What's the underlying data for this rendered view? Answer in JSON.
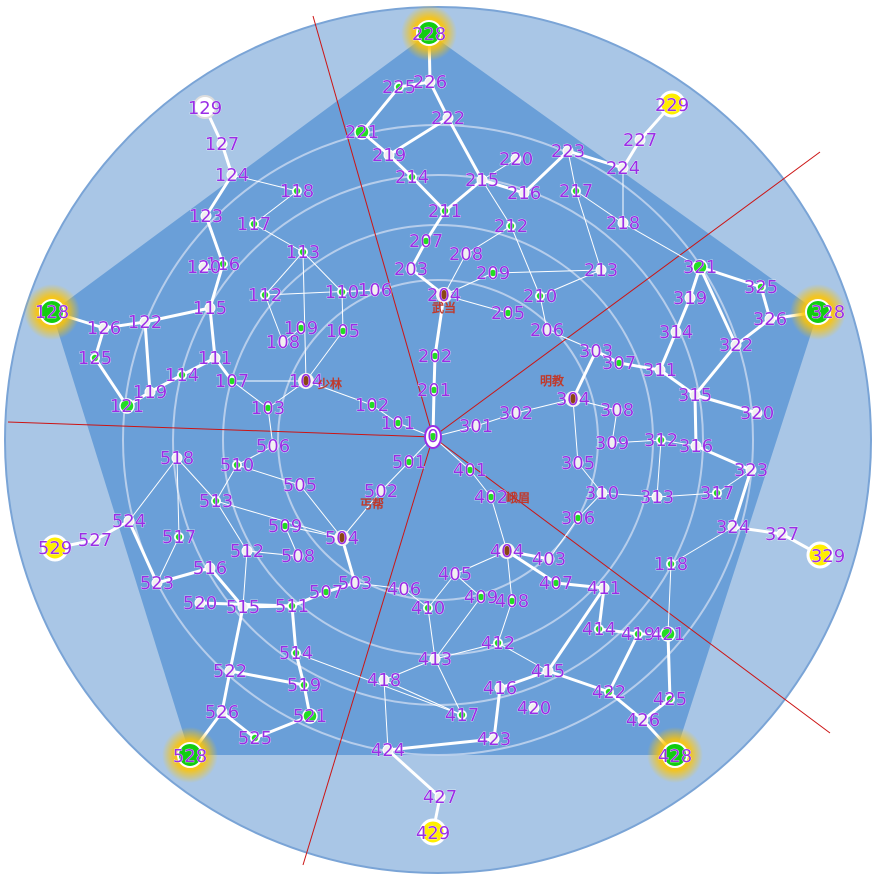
{
  "colors": {
    "outer_circle": "#a9c6e6",
    "pentagon": "#6a9fd8",
    "ring": "#c4d6ef",
    "edge": "#ffffff",
    "divider": "#cc1414",
    "node_small": "#22dd22",
    "node_white": "#f0f0f0",
    "node_corner_green": "#11cc11",
    "node_corner_yellow": "#ffee00",
    "glow": "#ffcc00",
    "label": "#9a2ee6",
    "sect_text": "#c0392b",
    "sect_marker": "#8b4513"
  },
  "sects": [
    {
      "id": "wudang",
      "text": "武当"
    },
    {
      "id": "shaolin",
      "text": "少林"
    },
    {
      "id": "mingjiao",
      "text": "明教"
    },
    {
      "id": "emei",
      "text": "峨眉"
    },
    {
      "id": "gaibang",
      "text": "丐帮"
    }
  ],
  "nodes": [
    {
      "id": "0",
      "label": "0",
      "kind": "hub"
    },
    {
      "id": "101",
      "label": "101",
      "kind": "green"
    },
    {
      "id": "102",
      "label": "102",
      "kind": "green"
    },
    {
      "id": "103",
      "label": "103",
      "kind": "green"
    },
    {
      "id": "104",
      "label": "104",
      "kind": "sect"
    },
    {
      "id": "105",
      "label": "105",
      "kind": "green"
    },
    {
      "id": "106",
      "label": "106",
      "kind": "white"
    },
    {
      "id": "107",
      "label": "107",
      "kind": "green"
    },
    {
      "id": "108",
      "label": "108",
      "kind": "white"
    },
    {
      "id": "109",
      "label": "109",
      "kind": "green"
    },
    {
      "id": "110",
      "label": "110",
      "kind": "green"
    },
    {
      "id": "111",
      "label": "111",
      "kind": "white"
    },
    {
      "id": "112",
      "label": "112",
      "kind": "green"
    },
    {
      "id": "113",
      "label": "113",
      "kind": "green"
    },
    {
      "id": "114",
      "label": "114",
      "kind": "green"
    },
    {
      "id": "115",
      "label": "115",
      "kind": "white"
    },
    {
      "id": "116",
      "label": "116",
      "kind": "green"
    },
    {
      "id": "117",
      "label": "117",
      "kind": "green"
    },
    {
      "id": "118",
      "label": "118",
      "kind": "green"
    },
    {
      "id": "119",
      "label": "119",
      "kind": "white"
    },
    {
      "id": "120",
      "label": "120",
      "kind": "white"
    },
    {
      "id": "121",
      "label": "121",
      "kind": "greenbig"
    },
    {
      "id": "122",
      "label": "122",
      "kind": "white"
    },
    {
      "id": "123",
      "label": "123",
      "kind": "white"
    },
    {
      "id": "124",
      "label": "124",
      "kind": "white"
    },
    {
      "id": "125",
      "label": "125",
      "kind": "green"
    },
    {
      "id": "126",
      "label": "126",
      "kind": "white"
    },
    {
      "id": "127",
      "label": "127",
      "kind": "white"
    },
    {
      "id": "128",
      "label": "128",
      "kind": "corner_green"
    },
    {
      "id": "129",
      "label": "129",
      "kind": "corner_white"
    },
    {
      "id": "201",
      "label": "201",
      "kind": "green"
    },
    {
      "id": "202",
      "label": "202",
      "kind": "green"
    },
    {
      "id": "203",
      "label": "203",
      "kind": "white"
    },
    {
      "id": "204",
      "label": "204",
      "kind": "sect"
    },
    {
      "id": "205",
      "label": "205",
      "kind": "green"
    },
    {
      "id": "206",
      "label": "206",
      "kind": "white"
    },
    {
      "id": "207",
      "label": "207",
      "kind": "green"
    },
    {
      "id": "208",
      "label": "208",
      "kind": "white"
    },
    {
      "id": "209",
      "label": "209",
      "kind": "green"
    },
    {
      "id": "210",
      "label": "210",
      "kind": "green"
    },
    {
      "id": "211",
      "label": "211",
      "kind": "green"
    },
    {
      "id": "212",
      "label": "212",
      "kind": "green"
    },
    {
      "id": "213",
      "label": "213",
      "kind": "white"
    },
    {
      "id": "214",
      "label": "214",
      "kind": "green"
    },
    {
      "id": "215",
      "label": "215",
      "kind": "white"
    },
    {
      "id": "216",
      "label": "216",
      "kind": "white"
    },
    {
      "id": "217",
      "label": "217",
      "kind": "green"
    },
    {
      "id": "218",
      "label": "218",
      "kind": "white"
    },
    {
      "id": "219",
      "label": "219",
      "kind": "white"
    },
    {
      "id": "220",
      "label": "220",
      "kind": "white"
    },
    {
      "id": "221",
      "label": "221",
      "kind": "greenbig"
    },
    {
      "id": "222",
      "label": "222",
      "kind": "white"
    },
    {
      "id": "223",
      "label": "223",
      "kind": "white"
    },
    {
      "id": "224",
      "label": "224",
      "kind": "white"
    },
    {
      "id": "225",
      "label": "225",
      "kind": "green"
    },
    {
      "id": "226",
      "label": "226",
      "kind": "white"
    },
    {
      "id": "227",
      "label": "227",
      "kind": "white"
    },
    {
      "id": "228",
      "label": "228",
      "kind": "corner_green"
    },
    {
      "id": "229",
      "label": "229",
      "kind": "corner_yellow"
    },
    {
      "id": "301",
      "label": "301",
      "kind": "white"
    },
    {
      "id": "302",
      "label": "302",
      "kind": "white"
    },
    {
      "id": "303",
      "label": "303",
      "kind": "white"
    },
    {
      "id": "304",
      "label": "304",
      "kind": "sect"
    },
    {
      "id": "305",
      "label": "305",
      "kind": "white"
    },
    {
      "id": "306",
      "label": "306",
      "kind": "green"
    },
    {
      "id": "307",
      "label": "307",
      "kind": "green"
    },
    {
      "id": "308",
      "label": "308",
      "kind": "white"
    },
    {
      "id": "309",
      "label": "309",
      "kind": "white"
    },
    {
      "id": "310",
      "label": "310",
      "kind": "white"
    },
    {
      "id": "311",
      "label": "311",
      "kind": "white"
    },
    {
      "id": "312",
      "label": "312",
      "kind": "green"
    },
    {
      "id": "313",
      "label": "313",
      "kind": "white"
    },
    {
      "id": "314",
      "label": "314",
      "kind": "white"
    },
    {
      "id": "315",
      "label": "315",
      "kind": "white"
    },
    {
      "id": "316",
      "label": "316",
      "kind": "white"
    },
    {
      "id": "317",
      "label": "317",
      "kind": "green"
    },
    {
      "id": "318",
      "label": "118",
      "kind": "green"
    },
    {
      "id": "319",
      "label": "319",
      "kind": "white"
    },
    {
      "id": "320",
      "label": "320",
      "kind": "white"
    },
    {
      "id": "321",
      "label": "321",
      "kind": "greenbig"
    },
    {
      "id": "322",
      "label": "322",
      "kind": "white"
    },
    {
      "id": "323",
      "label": "323",
      "kind": "white"
    },
    {
      "id": "324",
      "label": "324",
      "kind": "white"
    },
    {
      "id": "325",
      "label": "325",
      "kind": "green"
    },
    {
      "id": "326",
      "label": "326",
      "kind": "white"
    },
    {
      "id": "327",
      "label": "327",
      "kind": "white"
    },
    {
      "id": "328",
      "label": "328",
      "kind": "corner_green"
    },
    {
      "id": "329",
      "label": "329",
      "kind": "corner_yellow"
    },
    {
      "id": "401",
      "label": "401",
      "kind": "green"
    },
    {
      "id": "402",
      "label": "402",
      "kind": "green"
    },
    {
      "id": "403",
      "label": "403",
      "kind": "white"
    },
    {
      "id": "404",
      "label": "404",
      "kind": "sect"
    },
    {
      "id": "405",
      "label": "405",
      "kind": "white"
    },
    {
      "id": "406",
      "label": "406",
      "kind": "white"
    },
    {
      "id": "407",
      "label": "407",
      "kind": "green"
    },
    {
      "id": "408",
      "label": "408",
      "kind": "green"
    },
    {
      "id": "409",
      "label": "409",
      "kind": "green"
    },
    {
      "id": "410",
      "label": "410",
      "kind": "green"
    },
    {
      "id": "411",
      "label": "411",
      "kind": "white"
    },
    {
      "id": "412",
      "label": "412",
      "kind": "green"
    },
    {
      "id": "413",
      "label": "413",
      "kind": "white"
    },
    {
      "id": "414",
      "label": "414",
      "kind": "green"
    },
    {
      "id": "415",
      "label": "415",
      "kind": "white"
    },
    {
      "id": "416",
      "label": "416",
      "kind": "white"
    },
    {
      "id": "417",
      "label": "417",
      "kind": "green"
    },
    {
      "id": "418",
      "label": "418",
      "kind": "white"
    },
    {
      "id": "419",
      "label": "419",
      "kind": "green"
    },
    {
      "id": "420",
      "label": "420",
      "kind": "white"
    },
    {
      "id": "421",
      "label": "421",
      "kind": "greenbig"
    },
    {
      "id": "422",
      "label": "422",
      "kind": "green"
    },
    {
      "id": "423",
      "label": "423",
      "kind": "white"
    },
    {
      "id": "424",
      "label": "424",
      "kind": "white"
    },
    {
      "id": "425",
      "label": "425",
      "kind": "green"
    },
    {
      "id": "426",
      "label": "426",
      "kind": "white"
    },
    {
      "id": "427",
      "label": "427",
      "kind": "white"
    },
    {
      "id": "428",
      "label": "428",
      "kind": "corner_green"
    },
    {
      "id": "429",
      "label": "429",
      "kind": "corner_yellow"
    },
    {
      "id": "501",
      "label": "501",
      "kind": "green"
    },
    {
      "id": "502",
      "label": "502",
      "kind": "white"
    },
    {
      "id": "503",
      "label": "503",
      "kind": "white"
    },
    {
      "id": "504",
      "label": "504",
      "kind": "sect"
    },
    {
      "id": "505",
      "label": "505",
      "kind": "white"
    },
    {
      "id": "506",
      "label": "506",
      "kind": "white"
    },
    {
      "id": "507",
      "label": "507",
      "kind": "green"
    },
    {
      "id": "508",
      "label": "508",
      "kind": "white"
    },
    {
      "id": "509",
      "label": "509",
      "kind": "green"
    },
    {
      "id": "510",
      "label": "510",
      "kind": "green"
    },
    {
      "id": "511",
      "label": "511",
      "kind": "green"
    },
    {
      "id": "512",
      "label": "512",
      "kind": "white"
    },
    {
      "id": "513",
      "label": "513",
      "kind": "green"
    },
    {
      "id": "514",
      "label": "514",
      "kind": "green"
    },
    {
      "id": "515",
      "label": "515",
      "kind": "white"
    },
    {
      "id": "516",
      "label": "516",
      "kind": "white"
    },
    {
      "id": "517",
      "label": "517",
      "kind": "green"
    },
    {
      "id": "518",
      "label": "518",
      "kind": "white"
    },
    {
      "id": "519",
      "label": "519",
      "kind": "green"
    },
    {
      "id": "520",
      "label": "520",
      "kind": "white"
    },
    {
      "id": "521",
      "label": "521",
      "kind": "greenbig"
    },
    {
      "id": "522",
      "label": "522",
      "kind": "white"
    },
    {
      "id": "523",
      "label": "523",
      "kind": "white"
    },
    {
      "id": "524",
      "label": "524",
      "kind": "white"
    },
    {
      "id": "525",
      "label": "525",
      "kind": "green"
    },
    {
      "id": "526",
      "label": "526",
      "kind": "white"
    },
    {
      "id": "527",
      "label": "527",
      "kind": "white"
    },
    {
      "id": "528",
      "label": "528",
      "kind": "corner_green"
    },
    {
      "id": "529",
      "label": "529",
      "kind": "corner_yellow"
    }
  ],
  "edges_thick": [
    [
      "228",
      "226"
    ],
    [
      "226",
      "225"
    ],
    [
      "225",
      "221"
    ],
    [
      "226",
      "222"
    ],
    [
      "222",
      "219"
    ],
    [
      "221",
      "219"
    ],
    [
      "219",
      "214"
    ],
    [
      "214",
      "211"
    ],
    [
      "211",
      "215"
    ],
    [
      "222",
      "215"
    ],
    [
      "215",
      "216"
    ],
    [
      "216",
      "223"
    ],
    [
      "223",
      "224"
    ],
    [
      "224",
      "227"
    ],
    [
      "227",
      "229"
    ],
    [
      "204",
      "203"
    ],
    [
      "203",
      "207"
    ],
    [
      "207",
      "211"
    ],
    [
      "204",
      "202"
    ],
    [
      "202",
      "201"
    ],
    [
      "201",
      "0"
    ],
    [
      "129",
      "127"
    ],
    [
      "127",
      "124"
    ],
    [
      "124",
      "123"
    ],
    [
      "123",
      "116"
    ],
    [
      "116",
      "115"
    ],
    [
      "115",
      "122"
    ],
    [
      "122",
      "126"
    ],
    [
      "126",
      "128"
    ],
    [
      "126",
      "125"
    ],
    [
      "125",
      "121"
    ],
    [
      "122",
      "119"
    ],
    [
      "121",
      "119"
    ],
    [
      "119",
      "114"
    ],
    [
      "114",
      "111"
    ],
    [
      "111",
      "115"
    ],
    [
      "111",
      "107"
    ],
    [
      "328",
      "326"
    ],
    [
      "326",
      "325"
    ],
    [
      "325",
      "321"
    ],
    [
      "326",
      "322"
    ],
    [
      "322",
      "315"
    ],
    [
      "321",
      "319"
    ],
    [
      "319",
      "314"
    ],
    [
      "314",
      "311"
    ],
    [
      "311",
      "307"
    ],
    [
      "307",
      "303"
    ],
    [
      "303",
      "304"
    ],
    [
      "311",
      "315"
    ],
    [
      "315",
      "320"
    ],
    [
      "315",
      "316"
    ],
    [
      "316",
      "323"
    ],
    [
      "323",
      "324"
    ],
    [
      "324",
      "327"
    ],
    [
      "327",
      "329"
    ],
    [
      "321",
      "322"
    ],
    [
      "429",
      "427"
    ],
    [
      "427",
      "424"
    ],
    [
      "424",
      "423"
    ],
    [
      "423",
      "416"
    ],
    [
      "416",
      "415"
    ],
    [
      "415",
      "411"
    ],
    [
      "411",
      "407"
    ],
    [
      "407",
      "404"
    ],
    [
      "404",
      "403"
    ],
    [
      "415",
      "422"
    ],
    [
      "422",
      "426"
    ],
    [
      "426",
      "428"
    ],
    [
      "426",
      "425"
    ],
    [
      "425",
      "421"
    ],
    [
      "421",
      "419"
    ],
    [
      "419",
      "414"
    ],
    [
      "414",
      "411"
    ],
    [
      "419",
      "422"
    ],
    [
      "528",
      "526"
    ],
    [
      "526",
      "525"
    ],
    [
      "525",
      "521"
    ],
    [
      "521",
      "519"
    ],
    [
      "519",
      "514"
    ],
    [
      "514",
      "511"
    ],
    [
      "511",
      "507"
    ],
    [
      "507",
      "503"
    ],
    [
      "503",
      "504"
    ],
    [
      "526",
      "522"
    ],
    [
      "522",
      "515"
    ],
    [
      "515",
      "516"
    ],
    [
      "516",
      "523"
    ],
    [
      "523",
      "524"
    ],
    [
      "524",
      "527"
    ],
    [
      "527",
      "529"
    ],
    [
      "522",
      "519"
    ],
    [
      "515",
      "511"
    ],
    [
      "511",
      "520"
    ]
  ],
  "edges_thin": [
    [
      "0",
      "101"
    ],
    [
      "101",
      "102"
    ],
    [
      "102",
      "104"
    ],
    [
      "104",
      "105"
    ],
    [
      "105",
      "110"
    ],
    [
      "110",
      "106"
    ],
    [
      "106",
      "112"
    ],
    [
      "112",
      "113"
    ],
    [
      "113",
      "117"
    ],
    [
      "117",
      "118"
    ],
    [
      "118",
      "124"
    ],
    [
      "113",
      "104"
    ],
    [
      "109",
      "108"
    ],
    [
      "108",
      "112"
    ],
    [
      "113",
      "110"
    ],
    [
      "104",
      "107"
    ],
    [
      "107",
      "103"
    ],
    [
      "103",
      "104"
    ],
    [
      "0",
      "301"
    ],
    [
      "301",
      "302"
    ],
    [
      "302",
      "304"
    ],
    [
      "304",
      "308"
    ],
    [
      "308",
      "309"
    ],
    [
      "304",
      "305"
    ],
    [
      "305",
      "310"
    ],
    [
      "310",
      "313"
    ],
    [
      "313",
      "317"
    ],
    [
      "317",
      "323"
    ],
    [
      "309",
      "312"
    ],
    [
      "312",
      "313"
    ],
    [
      "312",
      "316"
    ],
    [
      "310",
      "306"
    ],
    [
      "306",
      "403"
    ],
    [
      "204",
      "208"
    ],
    [
      "208",
      "212"
    ],
    [
      "212",
      "210"
    ],
    [
      "210",
      "213"
    ],
    [
      "213",
      "217"
    ],
    [
      "217",
      "223"
    ],
    [
      "209",
      "213"
    ],
    [
      "204",
      "209"
    ],
    [
      "204",
      "205"
    ],
    [
      "210",
      "206"
    ],
    [
      "206",
      "303"
    ],
    [
      "218",
      "224"
    ],
    [
      "218",
      "217"
    ],
    [
      "218",
      "321"
    ],
    [
      "212",
      "215"
    ],
    [
      "220",
      "215"
    ],
    [
      "0",
      "401"
    ],
    [
      "401",
      "402"
    ],
    [
      "402",
      "404"
    ],
    [
      "404",
      "405"
    ],
    [
      "405",
      "410"
    ],
    [
      "410",
      "406"
    ],
    [
      "406",
      "503"
    ],
    [
      "410",
      "413"
    ],
    [
      "413",
      "418"
    ],
    [
      "418",
      "424"
    ],
    [
      "413",
      "412"
    ],
    [
      "412",
      "415"
    ],
    [
      "413",
      "417"
    ],
    [
      "417",
      "418"
    ],
    [
      "405",
      "409"
    ],
    [
      "409",
      "413"
    ],
    [
      "408",
      "412"
    ],
    [
      "404",
      "408"
    ],
    [
      "318",
      "324"
    ],
    [
      "318",
      "421"
    ],
    [
      "0",
      "501"
    ],
    [
      "501",
      "502"
    ],
    [
      "502",
      "504"
    ],
    [
      "504",
      "505"
    ],
    [
      "505",
      "510"
    ],
    [
      "510",
      "506"
    ],
    [
      "506",
      "103"
    ],
    [
      "510",
      "513"
    ],
    [
      "513",
      "518"
    ],
    [
      "518",
      "524"
    ],
    [
      "518",
      "517"
    ],
    [
      "513",
      "512"
    ],
    [
      "512",
      "515"
    ],
    [
      "512",
      "508"
    ],
    [
      "508",
      "509"
    ],
    [
      "509",
      "504"
    ],
    [
      "513",
      "504"
    ],
    [
      "517",
      "523"
    ],
    [
      "514",
      "417"
    ]
  ]
}
